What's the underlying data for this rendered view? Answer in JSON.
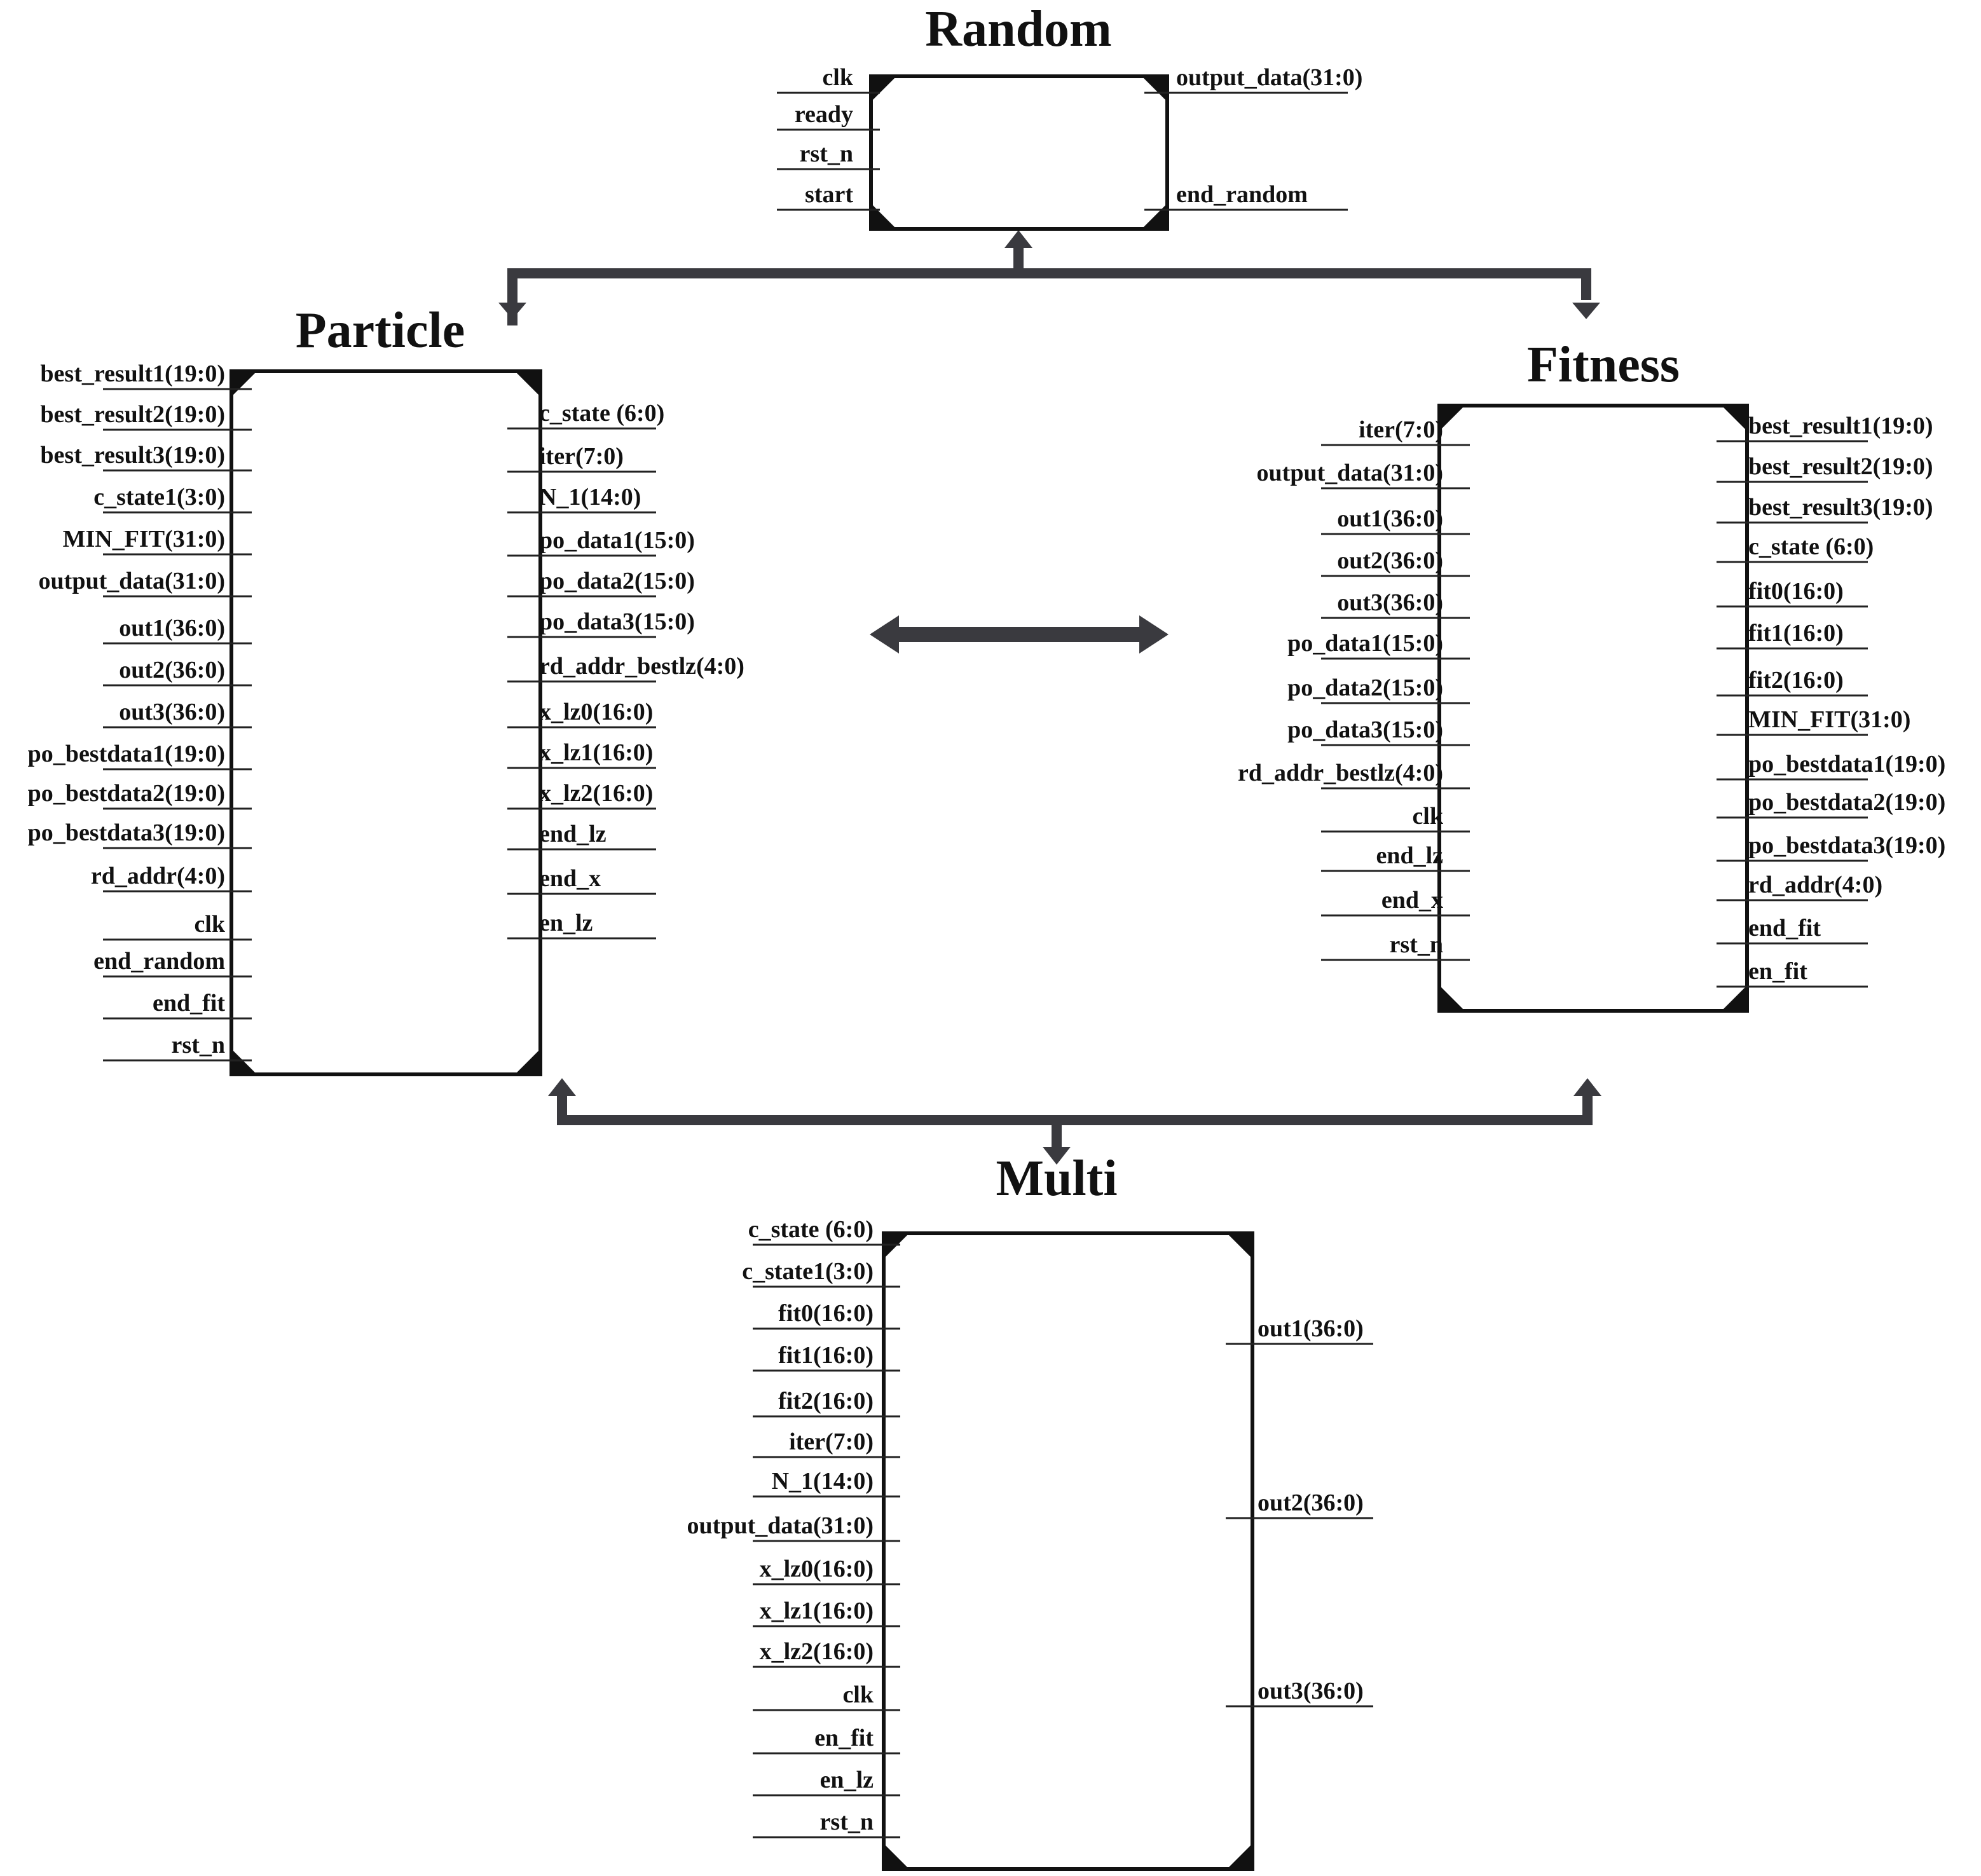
{
  "colors": {
    "ink": "#111111",
    "connector": "#3a3a3f",
    "background": "#ffffff"
  },
  "blocks": [
    {
      "id": "random",
      "title": "Random",
      "inputs": [
        "clk",
        "ready",
        "rst_n",
        "start"
      ],
      "outputs": [
        "output_data(31:0)",
        "end_random"
      ]
    },
    {
      "id": "particle",
      "title": "Particle",
      "inputs": [
        "best_result1(19:0)",
        "best_result2(19:0)",
        "best_result3(19:0)",
        "c_state1(3:0)",
        "MIN_FIT(31:0)",
        "output_data(31:0)",
        "out1(36:0)",
        "out2(36:0)",
        "out3(36:0)",
        "po_bestdata1(19:0)",
        "po_bestdata2(19:0)",
        "po_bestdata3(19:0)",
        "rd_addr(4:0)",
        "clk",
        "end_random",
        "end_fit",
        "rst_n"
      ],
      "outputs": [
        "c_state (6:0)",
        "iter(7:0)",
        "N_1(14:0)",
        "po_data1(15:0)",
        "po_data2(15:0)",
        "po_data3(15:0)",
        "rd_addr_bestlz(4:0)",
        "x_lz0(16:0)",
        "x_lz1(16:0)",
        "x_lz2(16:0)",
        "end_lz",
        "end_x",
        "en_lz"
      ]
    },
    {
      "id": "fitness",
      "title": "Fitness",
      "inputs": [
        "iter(7:0)",
        "output_data(31:0)",
        "out1(36:0)",
        "out2(36:0)",
        "out3(36:0)",
        "po_data1(15:0)",
        "po_data2(15:0)",
        "po_data3(15:0)",
        "rd_addr_bestlz(4:0)",
        "clk",
        "end_lz",
        "end_x",
        "rst_n"
      ],
      "outputs": [
        "best_result1(19:0)",
        "best_result2(19:0)",
        "best_result3(19:0)",
        "c_state (6:0)",
        "fit0(16:0)",
        "fit1(16:0)",
        "fit2(16:0)",
        "MIN_FIT(31:0)",
        "po_bestdata1(19:0)",
        "po_bestdata2(19:0)",
        "po_bestdata3(19:0)",
        "rd_addr(4:0)",
        "end_fit",
        "en_fit"
      ]
    },
    {
      "id": "multi",
      "title": "Multi",
      "inputs": [
        "c_state (6:0)",
        "c_state1(3:0)",
        "fit0(16:0)",
        "fit1(16:0)",
        "fit2(16:0)",
        "iter(7:0)",
        "N_1(14:0)",
        "output_data(31:0)",
        "x_lz0(16:0)",
        "x_lz1(16:0)",
        "x_lz2(16:0)",
        "clk",
        "en_fit",
        "en_lz",
        "rst_n"
      ],
      "outputs": [
        "out1(36:0)",
        "out2(36:0)",
        "out3(36:0)"
      ]
    }
  ]
}
